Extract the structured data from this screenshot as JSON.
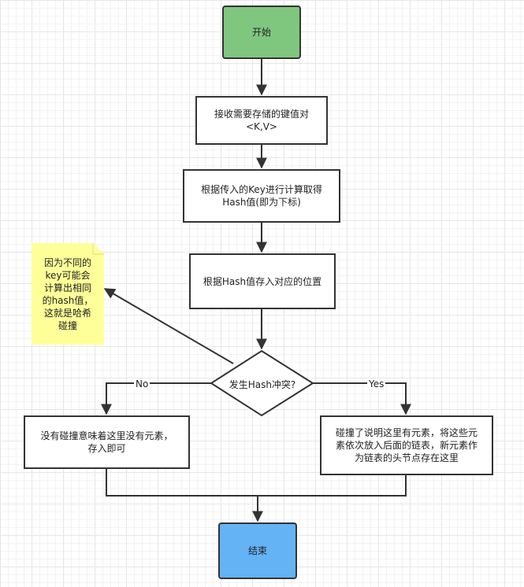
{
  "colors": {
    "start_fill": "#7fc77f",
    "end_fill": "#63b3f5",
    "note_fill": "#ffff99",
    "stroke": "#333333"
  },
  "nodes": {
    "start": "开始",
    "receive": "接收需要存储的键值对\n<K,V>",
    "compute": "根据传入的Key进行计算取得\nHash值(即为下标)",
    "store": "根据Hash值存入对应的位置",
    "decision": "发生Hash冲突?",
    "no_collision": "没有碰撞意味着这里没有元素，\n存入即可",
    "collision": "碰撞了说明这里有元素，将这些元\n素依次放入后面的链表，新元素作\n为链表的头节点存在这里",
    "end": "结束"
  },
  "note": "因为不同的\nkey可能会\n计算出相同\n的hash值，\n这就是哈希\n碰撞",
  "edge_labels": {
    "no": "No",
    "yes": "Yes"
  }
}
